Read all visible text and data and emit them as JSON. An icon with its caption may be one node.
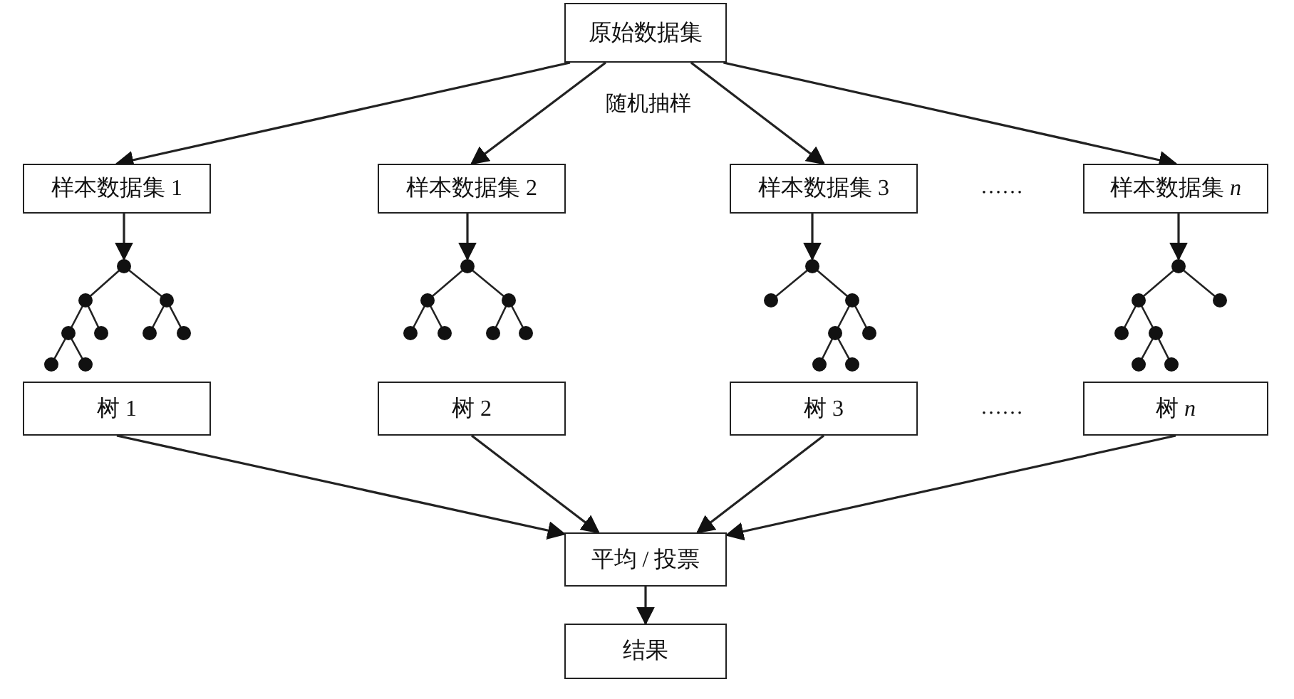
{
  "diagram": {
    "nodes": [
      {
        "text": [
          "原始数据集"
        ]
      },
      {
        "text": [
          "样本数据集 1"
        ]
      },
      {
        "text": [
          "样本数据集 2"
        ]
      },
      {
        "text": [
          "样本数据集 3"
        ]
      },
      {
        "text": [
          "样本数据集 *n*"
        ]
      },
      {
        "text": [],
        "shape": "picture"
      },
      {
        "text": [],
        "shape": "picture"
      },
      {
        "text": [],
        "shape": "picture"
      },
      {
        "text": [],
        "shape": "picture"
      },
      {
        "text": [
          "树 1"
        ]
      },
      {
        "text": [
          "树 2"
        ]
      },
      {
        "text": [
          "树 3"
        ]
      },
      {
        "text": [
          "树 *n*"
        ]
      },
      {
        "text": [
          "平均 / 投票"
        ]
      },
      {
        "text": [
          "结果"
        ]
      }
    ],
    "edges": [
      {
        "from": 0,
        "to": 1,
        "arrow": "to"
      },
      {
        "from": 0,
        "to": 2,
        "arrow": "to"
      },
      {
        "from": 0,
        "to": 3,
        "arrow": "to"
      },
      {
        "from": 0,
        "to": 4,
        "arrow": "to"
      },
      {
        "from": 1,
        "to": 5,
        "arrow": "to"
      },
      {
        "from": 2,
        "to": 6,
        "arrow": "to"
      },
      {
        "from": 3,
        "to": 7,
        "arrow": "to"
      },
      {
        "from": 4,
        "to": 8,
        "arrow": "to"
      },
      {
        "from": 9,
        "to": 13,
        "arrow": "to"
      },
      {
        "from": 10,
        "to": 13,
        "arrow": "to"
      },
      {
        "from": 11,
        "to": 13,
        "arrow": "to"
      },
      {
        "from": 12,
        "to": 13,
        "arrow": "to"
      },
      {
        "from": 13,
        "to": 14,
        "arrow": "to"
      }
    ],
    "labels": [
      "随机抽样",
      "……",
      "……"
    ]
  }
}
